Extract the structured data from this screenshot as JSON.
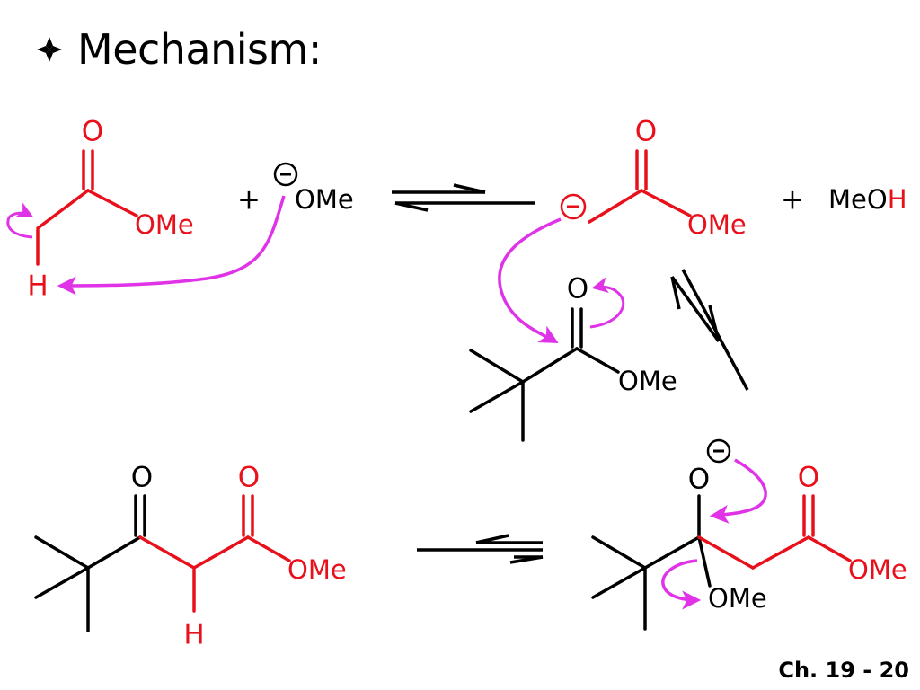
{
  "slide": {
    "title": "Mechanism:",
    "footer": "Ch. 19 - 20"
  },
  "colors": {
    "text": "#000000",
    "highlight": "#e8101b",
    "arrow": "#e033e8"
  },
  "icons": {
    "bullet": "diamond-bullet-icon"
  },
  "labels": {
    "O": "O",
    "OMe": "OMe",
    "H": "H",
    "plus": "+",
    "methoxide": "OMe",
    "methanol_base": "MeO",
    "methanol_h": "H",
    "minus": "−"
  }
}
